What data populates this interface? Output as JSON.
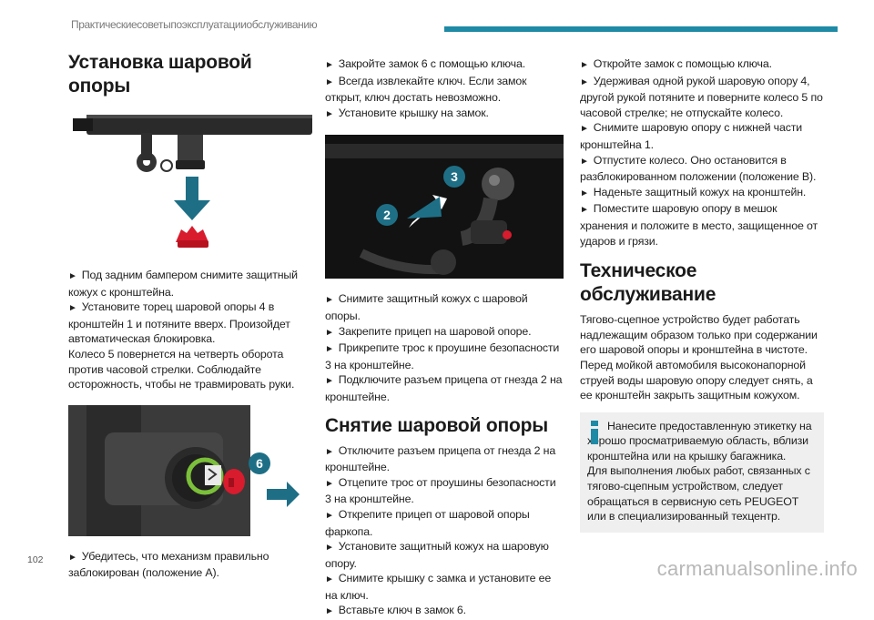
{
  "header": {
    "text": "Практическиесоветыпоэксплуатацииобслуживанию"
  },
  "page_number": "102",
  "watermark": "carmanualsonline.info",
  "col1": {
    "title": "Установка шаровой опоры",
    "p1": "Под задним бампером снимите защитный кожух с кронштейна.",
    "p2": "Установите торец шаровой опоры 4 в кронштейн 1 и потяните вверх. Произойдет автоматическая блокировка.",
    "p3": "Колесо 5 повернется на четверть оборота против часовой стрелки. Соблюдайте осторожность, чтобы не травмировать руки.",
    "p4": "Убедитесь, что механизм правильно заблокирован (положение A).",
    "callout_6": "6"
  },
  "col2": {
    "p1": "Закройте замок 6 с помощью ключа.",
    "p2": "Всегда извлекайте ключ. Если замок открыт, ключ достать невозможно.",
    "p3": "Установите крышку на замок.",
    "callout_2": "2",
    "callout_3": "3",
    "p4": "Снимите защитный кожух с шаровой опоры.",
    "p5": "Закрепите прицеп на шаровой опоре.",
    "p6": "Прикрепите трос к проушине безопасности 3 на кронштейне.",
    "p7": "Подключите разъем прицепа от гнезда 2 на кронштейне.",
    "title2": "Снятие шаровой опоры",
    "p8": "Отключите разъем прицепа от гнезда 2 на кронштейне.",
    "p9": "Отцепите трос от проушины безопасности 3 на кронштейне.",
    "p10": "Открепите прицеп от шаровой опоры фаркопа.",
    "p11": "Установите защитный кожух на шаровую опору.",
    "p12": "Снимите крышку с замка и установите ее на ключ.",
    "p13": "Вставьте ключ в замок 6."
  },
  "col3": {
    "p1": "Откройте замок с помощью ключа.",
    "p2": "Удерживая одной рукой шаровую опору 4, другой рукой потяните и поверните колесо 5 по часовой стрелке; не отпускайте колесо.",
    "p3": "Снимите шаровую опору с нижней части кронштейна 1.",
    "p4": "Отпустите колесо. Оно остановится в разблокированном положении (положение B).",
    "p5": "Наденьте защитный кожух на кронштейн.",
    "p6": "Поместите шаровую опору в мешок хранения и положите в место, защищенное от ударов и грязи.",
    "title": "Техническое обслуживание",
    "m1": "Тягово-сцепное устройство будет работать надлежащим образом только при содержании его шаровой опоры и кронштейна в чистоте.",
    "m2": "Перед мойкой автомобиля высоконапорной струей воды шаровую опору следует снять, а ее кронштейн закрыть защитным кожухом.",
    "info1": "Нанесите предоставленную этикетку на хорошо просматриваемую область, вблизи кронштейна или на крышку багажника.",
    "info2": "Для выполнения любых работ, связанных с тягово-сцепным устройством, следует обращаться в сервисную сеть PEUGEOT или в специализированный техцентр."
  }
}
